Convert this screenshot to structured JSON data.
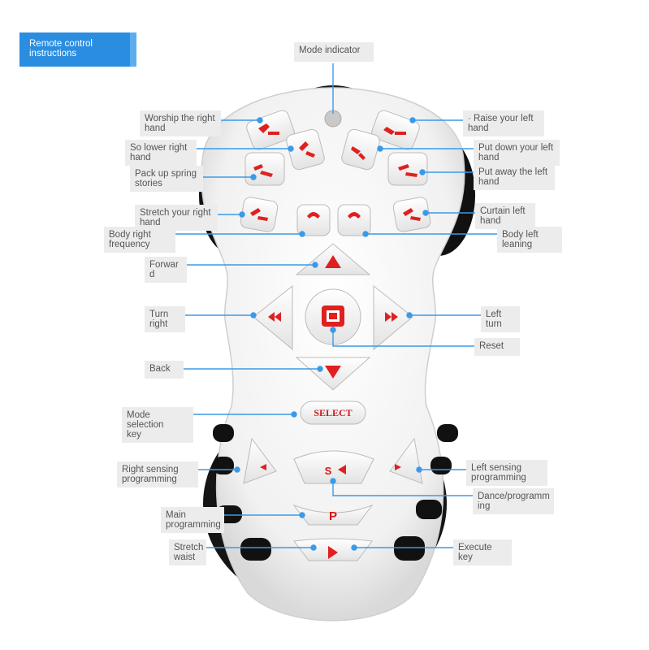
{
  "banner": {
    "title_line1": "Remote control",
    "title_line2": "instructions"
  },
  "labels": {
    "mode_indicator": "Mode indicator",
    "worship_right_hand": [
      "Worship the right",
      "hand"
    ],
    "so_lower_right_hand": [
      "So lower right",
      "hand"
    ],
    "pack_up_spring": [
      "Pack up spring",
      "stories"
    ],
    "stretch_right_hand": [
      "Stretch your right",
      "hand"
    ],
    "body_right_frequency": [
      "Body right",
      "frequency"
    ],
    "forward": [
      "Forwar",
      "d"
    ],
    "turn_right": [
      "Turn",
      "right"
    ],
    "back": "Back",
    "mode_selection_key": [
      "Mode selection",
      "key"
    ],
    "right_sensing": [
      "Right sensing",
      "programming"
    ],
    "main_programming": [
      "Main",
      "programming"
    ],
    "stretch_waist": [
      "Stretch",
      "waist"
    ],
    "raise_left_hand": [
      "· Raise your left",
      "hand"
    ],
    "put_down_left_hand": [
      "Put down your left",
      "hand"
    ],
    "put_away_left_hand": [
      "Put away the left",
      "hand"
    ],
    "curtain_left_hand": [
      "Curtain left",
      "hand"
    ],
    "body_left_leaning": [
      "Body left",
      "leaning"
    ],
    "left_turn": [
      "Left",
      "turn"
    ],
    "reset": "Reset",
    "left_sensing": [
      "Left sensing",
      "programming"
    ],
    "dance_programming": [
      "Dance/programm",
      "ing"
    ],
    "execute_key": [
      "Execute",
      "key"
    ]
  },
  "keys": {
    "select": "SELECT",
    "p": "P",
    "s": "S"
  },
  "colors": {
    "accent_blue": "#2a8de0",
    "key_red": "#e02020",
    "line_blue": "#3a9ae8"
  }
}
